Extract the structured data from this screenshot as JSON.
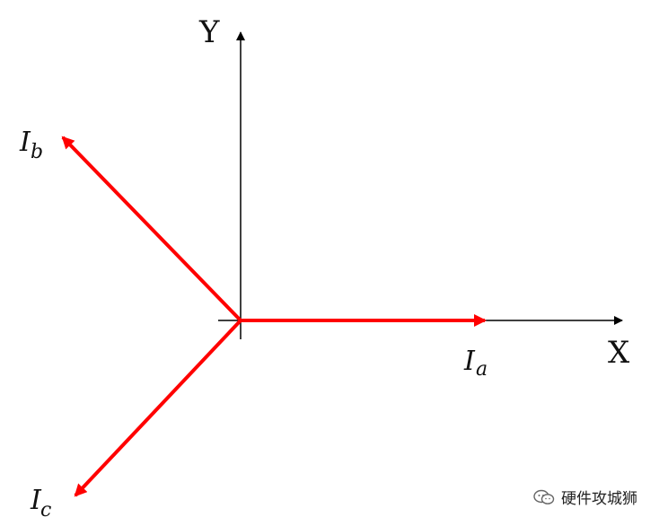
{
  "diagram": {
    "axes": {
      "x_label": "X",
      "y_label": "Y",
      "color": "#000000"
    },
    "vectors": [
      {
        "name": "I",
        "sub": "a",
        "direction": "0°",
        "color": "#ff0000"
      },
      {
        "name": "I",
        "sub": "b",
        "direction": "135°",
        "color": "#ff0000"
      },
      {
        "name": "I",
        "sub": "c",
        "direction": "225°",
        "color": "#ff0000"
      }
    ]
  },
  "watermark": {
    "text": "硬件攻城狮",
    "icon": "wechat-icon"
  }
}
